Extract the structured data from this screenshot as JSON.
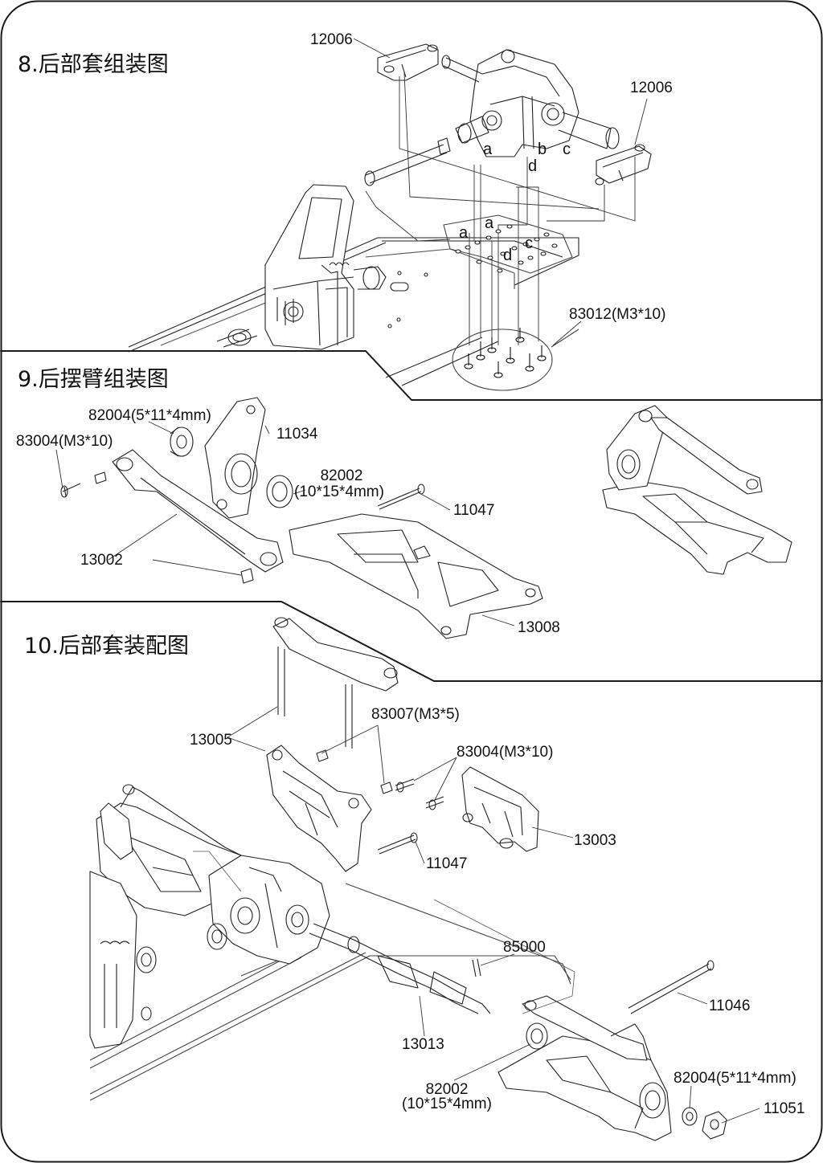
{
  "sections": [
    {
      "id": "s8",
      "title": "8.后部套组装图"
    },
    {
      "id": "s9",
      "title": "9.后摆臂组装图"
    },
    {
      "id": "s10",
      "title": "10.后部套装配图"
    }
  ],
  "labels": {
    "s8_12006_a": "12006",
    "s8_12006_b": "12006",
    "s8_83012": "83012(M3*10)",
    "s8_letters": [
      "a",
      "b",
      "c",
      "d",
      "a",
      "a",
      "d",
      "c"
    ],
    "s9_82004": "82004(5*11*4mm)",
    "s9_83004": "83004(M3*10)",
    "s9_11034": "11034",
    "s9_82002_l1": "82002",
    "s9_82002_l2": "(10*15*4mm)",
    "s9_11047": "11047",
    "s9_13002": "13002",
    "s9_13008": "13008",
    "s10_13005": "13005",
    "s10_83007": "83007(M3*5)",
    "s10_83004": "83004(M3*10)",
    "s10_13003": "13003",
    "s10_11047": "11047",
    "s10_85000": "85000",
    "s10_11046": "11046",
    "s10_13013": "13013",
    "s10_82002_l1": "82002",
    "s10_82002_l2": "(10*15*4mm)",
    "s10_82004": "82004(5*11*4mm)",
    "s10_11051": "11051"
  }
}
